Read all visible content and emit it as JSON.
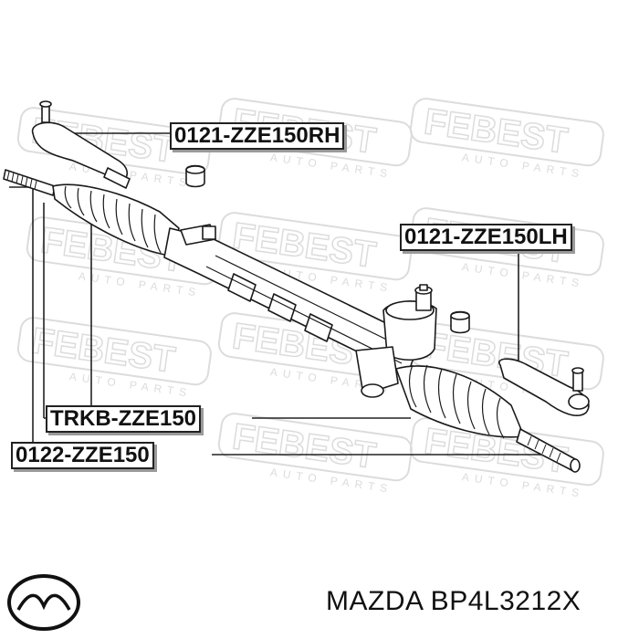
{
  "watermark": {
    "brand": "FEBEST",
    "tagline": "AUTO PARTS"
  },
  "labels": {
    "tie_rod_end_rh": "0121-ZZE150RH",
    "tie_rod_end_lh": "0121-ZZE150LH",
    "boot": "TRKB-ZZE150",
    "inner_tie_rod": "0122-ZZE150"
  },
  "footer": {
    "brand": "MAZDA",
    "part_number": "BP4L3212X",
    "text": "MAZDA BP4L3212X"
  },
  "icons": [
    "mazda-logo-icon"
  ],
  "colors": {
    "line": "#1a1a1a",
    "watermark": "#dcdcdc",
    "background": "#ffffff"
  }
}
